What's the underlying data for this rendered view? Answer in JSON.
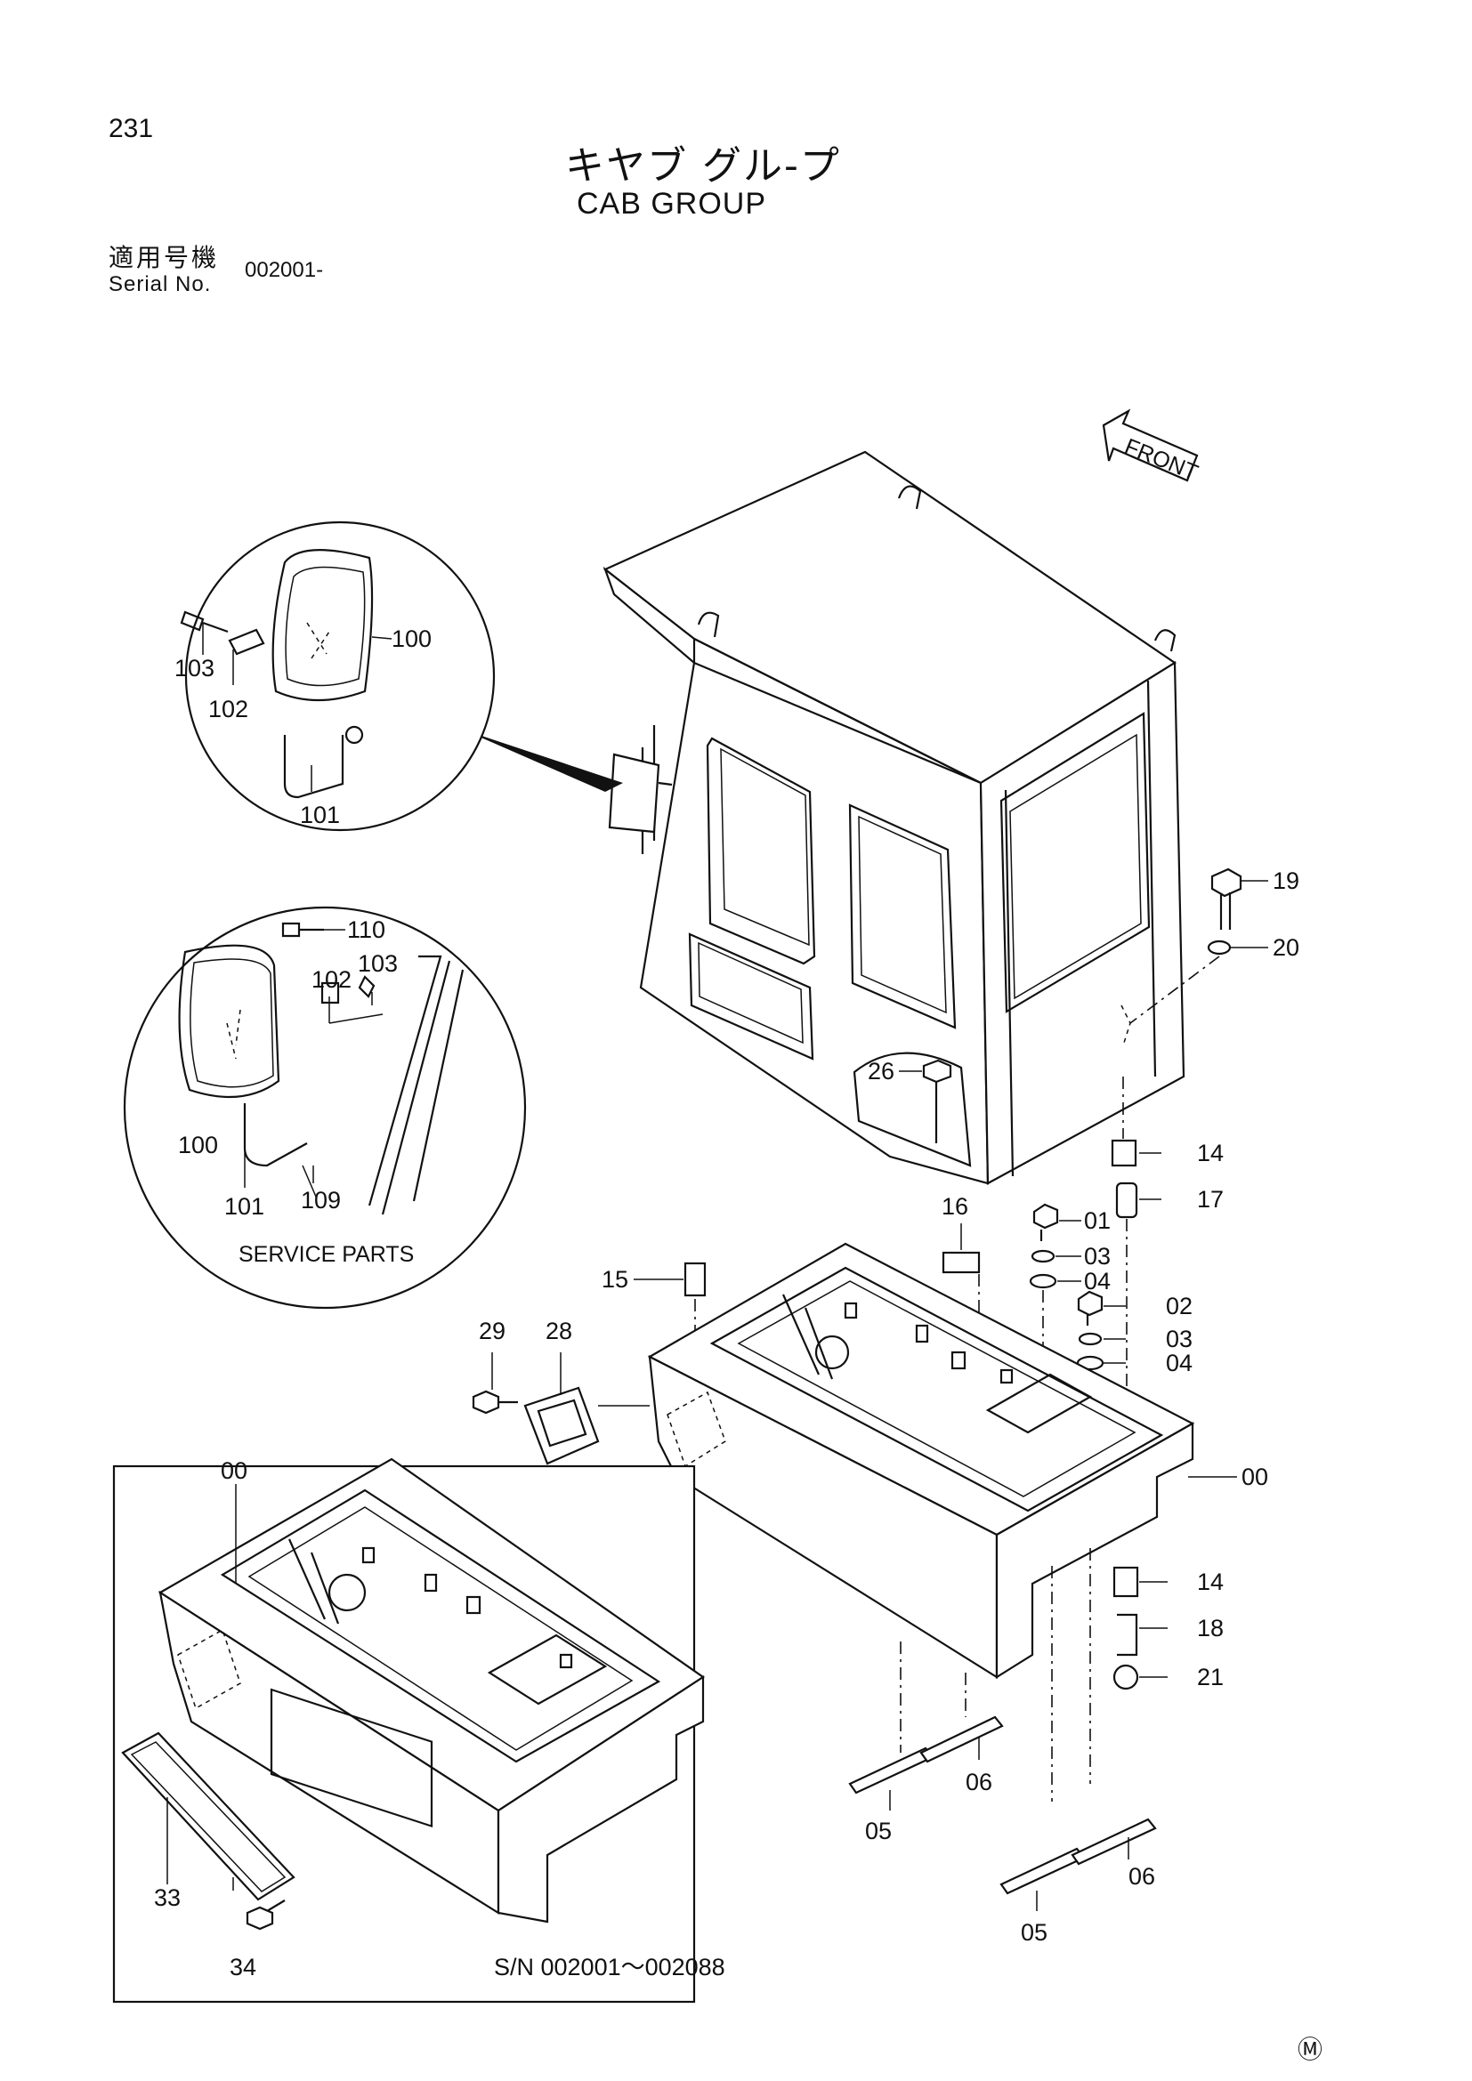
{
  "page_number": "231",
  "title_jp": "キヤブ グル-プ",
  "title_en": "CAB GROUP",
  "serial_label_jp": "適用号機",
  "serial_label_en": "Serial No.",
  "serial_value": "002001-",
  "front_label": "FRONT",
  "service_parts_label": "SERVICE PARTS",
  "inset_serial_range": "S/N  002001～002088",
  "corner_mark": "Ⓜ",
  "callouts": {
    "c100a": "100",
    "c101a": "101",
    "c102a": "102",
    "c103a": "103",
    "c110": "110",
    "c103b": "103",
    "c102b": "102",
    "c100b": "100",
    "c101b": "101",
    "c109": "109",
    "c19": "19",
    "c20": "20",
    "c26": "26",
    "c14a": "14",
    "c17": "17",
    "c16": "16",
    "c01": "01",
    "c03a": "03",
    "c04a": "04",
    "c02": "02",
    "c03b": "03",
    "c04b": "04",
    "c15": "15",
    "c29": "29",
    "c28": "28",
    "c00a": "00",
    "c00b": "00",
    "c14b": "14",
    "c18": "18",
    "c21": "21",
    "c05a": "05",
    "c06a": "06",
    "c05b": "05",
    "c06b": "06",
    "c33": "33",
    "c34": "34"
  }
}
